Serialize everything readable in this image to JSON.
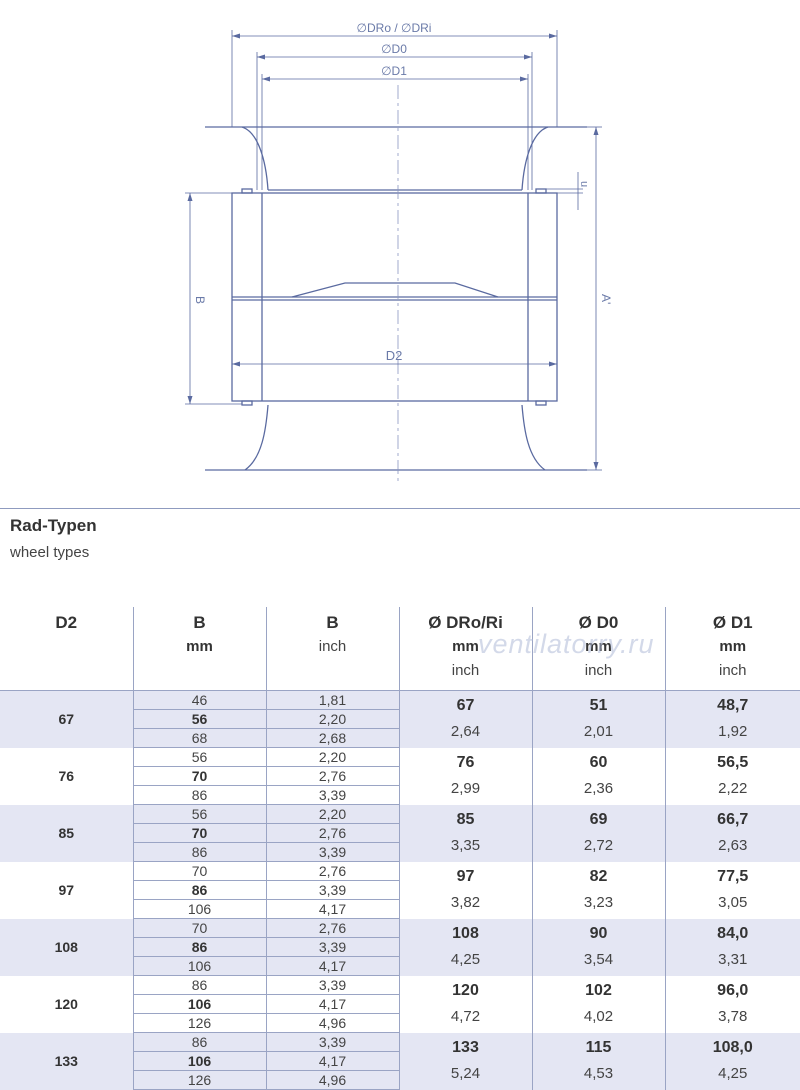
{
  "drawing": {
    "labels": {
      "dro_dri": "∅DRo / ∅DRi",
      "d0": "∅D0",
      "d1": "∅D1",
      "u": "u",
      "b": "B",
      "a": "A'",
      "d2": "D2"
    }
  },
  "table": {
    "title": "Rad-Typen",
    "subtitle": "wheel types",
    "watermark": "ventilatorry.ru",
    "headers": [
      {
        "line1": "D2",
        "line2": "",
        "line3": ""
      },
      {
        "line1": "B",
        "line2": "mm",
        "line3": ""
      },
      {
        "line1": "B",
        "line2": "",
        "line3": "inch"
      },
      {
        "line1": "Ø DRo/Ri",
        "line2": "mm",
        "line3": "inch"
      },
      {
        "line1": "Ø D0",
        "line2": "mm",
        "line3": "inch"
      },
      {
        "line1": "Ø D1",
        "line2": "mm",
        "line3": "inch"
      }
    ],
    "rows": [
      {
        "d2": "67",
        "b_mm": [
          "46",
          "56",
          "68"
        ],
        "b_inch": [
          "1,81",
          "2,20",
          "2,68"
        ],
        "dro_mm": "67",
        "dro_inch": "2,64",
        "d0_mm": "51",
        "d0_inch": "2,01",
        "d1_mm": "48,7",
        "d1_inch": "1,92"
      },
      {
        "d2": "76",
        "b_mm": [
          "56",
          "70",
          "86"
        ],
        "b_inch": [
          "2,20",
          "2,76",
          "3,39"
        ],
        "dro_mm": "76",
        "dro_inch": "2,99",
        "d0_mm": "60",
        "d0_inch": "2,36",
        "d1_mm": "56,5",
        "d1_inch": "2,22"
      },
      {
        "d2": "85",
        "b_mm": [
          "56",
          "70",
          "86"
        ],
        "b_inch": [
          "2,20",
          "2,76",
          "3,39"
        ],
        "dro_mm": "85",
        "dro_inch": "3,35",
        "d0_mm": "69",
        "d0_inch": "2,72",
        "d1_mm": "66,7",
        "d1_inch": "2,63"
      },
      {
        "d2": "97",
        "b_mm": [
          "70",
          "86",
          "106"
        ],
        "b_inch": [
          "2,76",
          "3,39",
          "4,17"
        ],
        "dro_mm": "97",
        "dro_inch": "3,82",
        "d0_mm": "82",
        "d0_inch": "3,23",
        "d1_mm": "77,5",
        "d1_inch": "3,05"
      },
      {
        "d2": "108",
        "b_mm": [
          "70",
          "86",
          "106"
        ],
        "b_inch": [
          "2,76",
          "3,39",
          "4,17"
        ],
        "dro_mm": "108",
        "dro_inch": "4,25",
        "d0_mm": "90",
        "d0_inch": "3,54",
        "d1_mm": "84,0",
        "d1_inch": "3,31"
      },
      {
        "d2": "120",
        "b_mm": [
          "86",
          "106",
          "126"
        ],
        "b_inch": [
          "3,39",
          "4,17",
          "4,96"
        ],
        "dro_mm": "120",
        "dro_inch": "4,72",
        "d0_mm": "102",
        "d0_inch": "4,02",
        "d1_mm": "96,0",
        "d1_inch": "3,78"
      },
      {
        "d2": "133",
        "b_mm": [
          "86",
          "106",
          "126"
        ],
        "b_inch": [
          "3,39",
          "4,17",
          "4,96"
        ],
        "dro_mm": "133",
        "dro_inch": "5,24",
        "d0_mm": "115",
        "d0_inch": "4,53",
        "d1_mm": "108,0",
        "d1_inch": "4,25"
      }
    ],
    "colors": {
      "shade": "#e4e6f3",
      "line": "#9aa4c4",
      "drawing": "#5a6aa0"
    }
  }
}
